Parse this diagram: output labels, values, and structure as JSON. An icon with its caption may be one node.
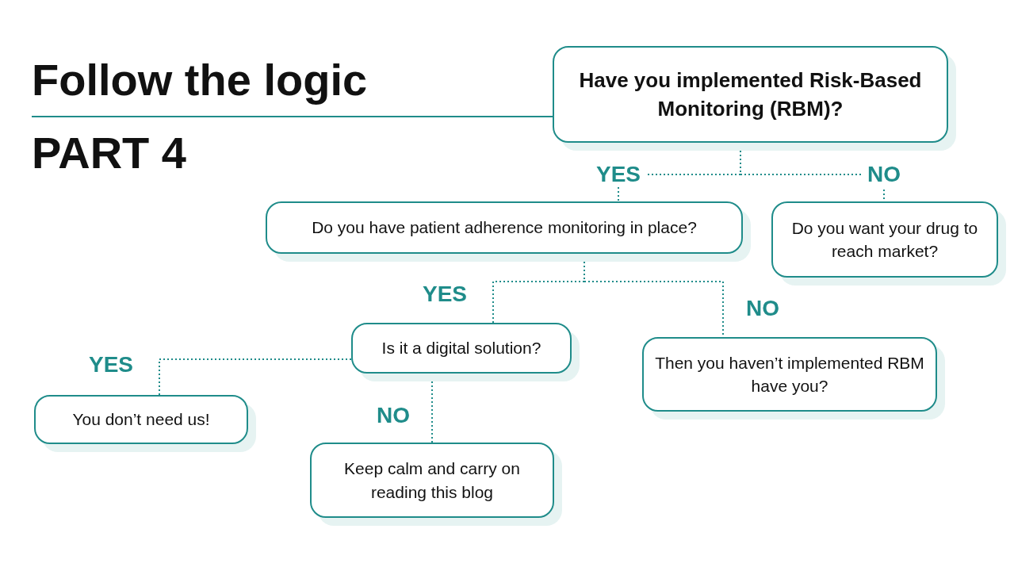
{
  "diagram": {
    "title": "Follow the logic",
    "nodes": [
      {
        "text": [
          "Have you implemented Risk-Based Monitoring (RBM)?"
        ]
      },
      {
        "text": [
          "Do you have patient adherence monitoring in place?"
        ]
      },
      {
        "text": [
          "Do you want your drug to reach market?"
        ]
      },
      {
        "text": [
          "Is it a digital solution?"
        ]
      },
      {
        "text": [
          "Then you haven’t implemented RBM have you?"
        ]
      },
      {
        "text": [
          "You don’t need us!"
        ]
      },
      {
        "text": [
          "Keep calm and carry on reading this blog"
        ]
      }
    ],
    "edges": [
      {
        "from": 0,
        "to": 1,
        "arrow": "none",
        "label": "YES",
        "style": "dashed"
      },
      {
        "from": 0,
        "to": 2,
        "arrow": "none",
        "label": "NO",
        "style": "dashed"
      },
      {
        "from": 1,
        "to": 3,
        "arrow": "none",
        "label": "YES",
        "style": "dashed"
      },
      {
        "from": 1,
        "to": 4,
        "arrow": "none",
        "label": "NO",
        "style": "dashed"
      },
      {
        "from": 3,
        "to": 5,
        "arrow": "none",
        "label": "YES",
        "style": "dashed"
      },
      {
        "from": 3,
        "to": 6,
        "arrow": "none",
        "label": "NO",
        "style": "dashed"
      }
    ],
    "labels": [
      "PART 4"
    ]
  }
}
